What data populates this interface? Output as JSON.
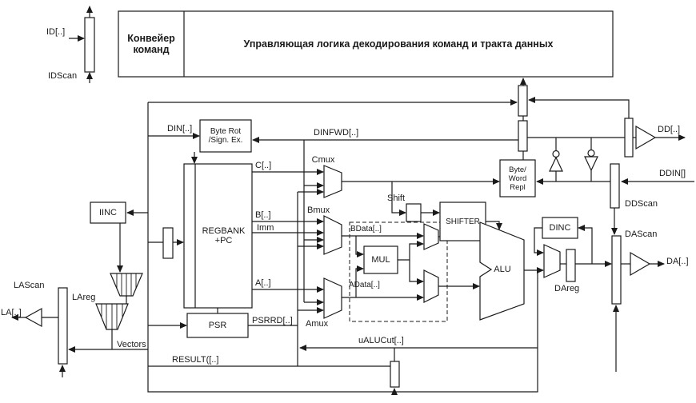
{
  "colors": {
    "line": "#1a1a1a",
    "background": "#ffffff"
  },
  "header": {
    "pipeline": [
      "Конвейер",
      "команд"
    ],
    "control_logic": "Управляющая логика декодирования команд и тракта данных"
  },
  "blocks": {
    "byte_rot": [
      "Byte Rot",
      "/Sign. Ex."
    ],
    "regbank": [
      "REGBANK",
      "+PC"
    ],
    "byte_word": [
      "Byte/",
      "Word",
      "Repl"
    ],
    "psr": "PSR",
    "mul": "MUL",
    "shifter": "SHIFTER",
    "alu": "ALU",
    "iinc": "IINC",
    "dinc": "DINC"
  },
  "muxes": {
    "cmux": "Cmux",
    "bmux": "Bmux",
    "amux": "Amux"
  },
  "signals": {
    "id": "ID[..]",
    "idscan": "IDScan",
    "din": "DIN[..]",
    "dinfwd": "DINFWD[..]",
    "c": "C[..]",
    "b": "B[..]",
    "imm": "Imm",
    "a": "A[..]",
    "bdata": "BData[..]",
    "adata": "AData[..]",
    "shift": "Shift",
    "dd": "DD[..]",
    "ddin": "DDIN[]",
    "ddscan": "DDScan",
    "dascan": "DAScan",
    "dareg": "DAreg",
    "da": "DA[..]",
    "lascan": "LAScan",
    "la": "LA[..]",
    "lareg": "LAreg",
    "vectors": "Vectors",
    "psrrd": "PSRRD[..]",
    "result": "RESULT([..]",
    "ualucut": "uALUCut[..]"
  }
}
